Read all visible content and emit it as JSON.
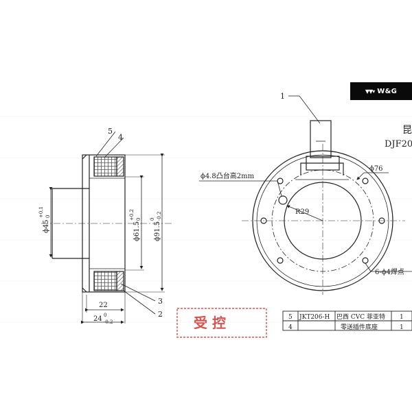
{
  "logo": {
    "text": "W&G"
  },
  "side_view": {
    "callouts": {
      "c5": "5",
      "c4": "4",
      "c3": "3",
      "c2": "2"
    },
    "dims": {
      "d45": "ϕ45",
      "d45_tol_upper": "+0.1",
      "d45_tol_lower": "0",
      "d615": "ϕ61.5",
      "d615_tol_upper": "+0.2",
      "d615_tol_lower": "0",
      "d915": "ϕ91.5",
      "d915_tol_upper": "0",
      "d915_tol_lower": "-0.2",
      "w22": "22",
      "w24": "24",
      "w24_tol_upper": "0",
      "w24_tol_lower": "-0.2"
    }
  },
  "front_view": {
    "callout_1": "1",
    "label_boss": "ϕ4.8凸台高2mm",
    "label_r29": "R29",
    "label_d76": "ϕ76",
    "label_weld": "6-ϕ4焊点",
    "title_partial_1": "昆",
    "title_partial_2": "DJF20"
  },
  "stamp": {
    "text": "受 控"
  },
  "bom_table": {
    "rows": [
      {
        "no": "5",
        "code": "JKT206-H",
        "desc": "巴西 CVC 菲亚特",
        "qty": "1"
      },
      {
        "no": "4",
        "code": "",
        "desc": "零送插件底座",
        "qty": "1"
      }
    ]
  }
}
